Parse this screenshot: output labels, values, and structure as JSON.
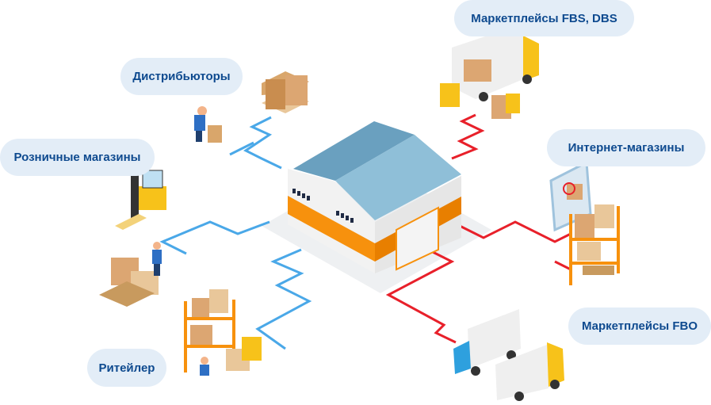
{
  "labels": {
    "marketplaces_fbs_dbs": "Маркетплейсы FBS, DBS",
    "distributors": "Дистрибьюторы",
    "retail_stores": "Розничные магазины",
    "online_stores": "Интернет-магазины",
    "marketplaces_fbo": "Маркетплейсы FBO",
    "retailer": "Ритейлер"
  },
  "colors": {
    "pill_bg": "#e3edf7",
    "pill_text": "#0e4a8f",
    "inbound_line": "#4aa8e8",
    "outbound_line": "#e8202a",
    "roof": "#7fb2cf",
    "orange": "#f7910d"
  }
}
